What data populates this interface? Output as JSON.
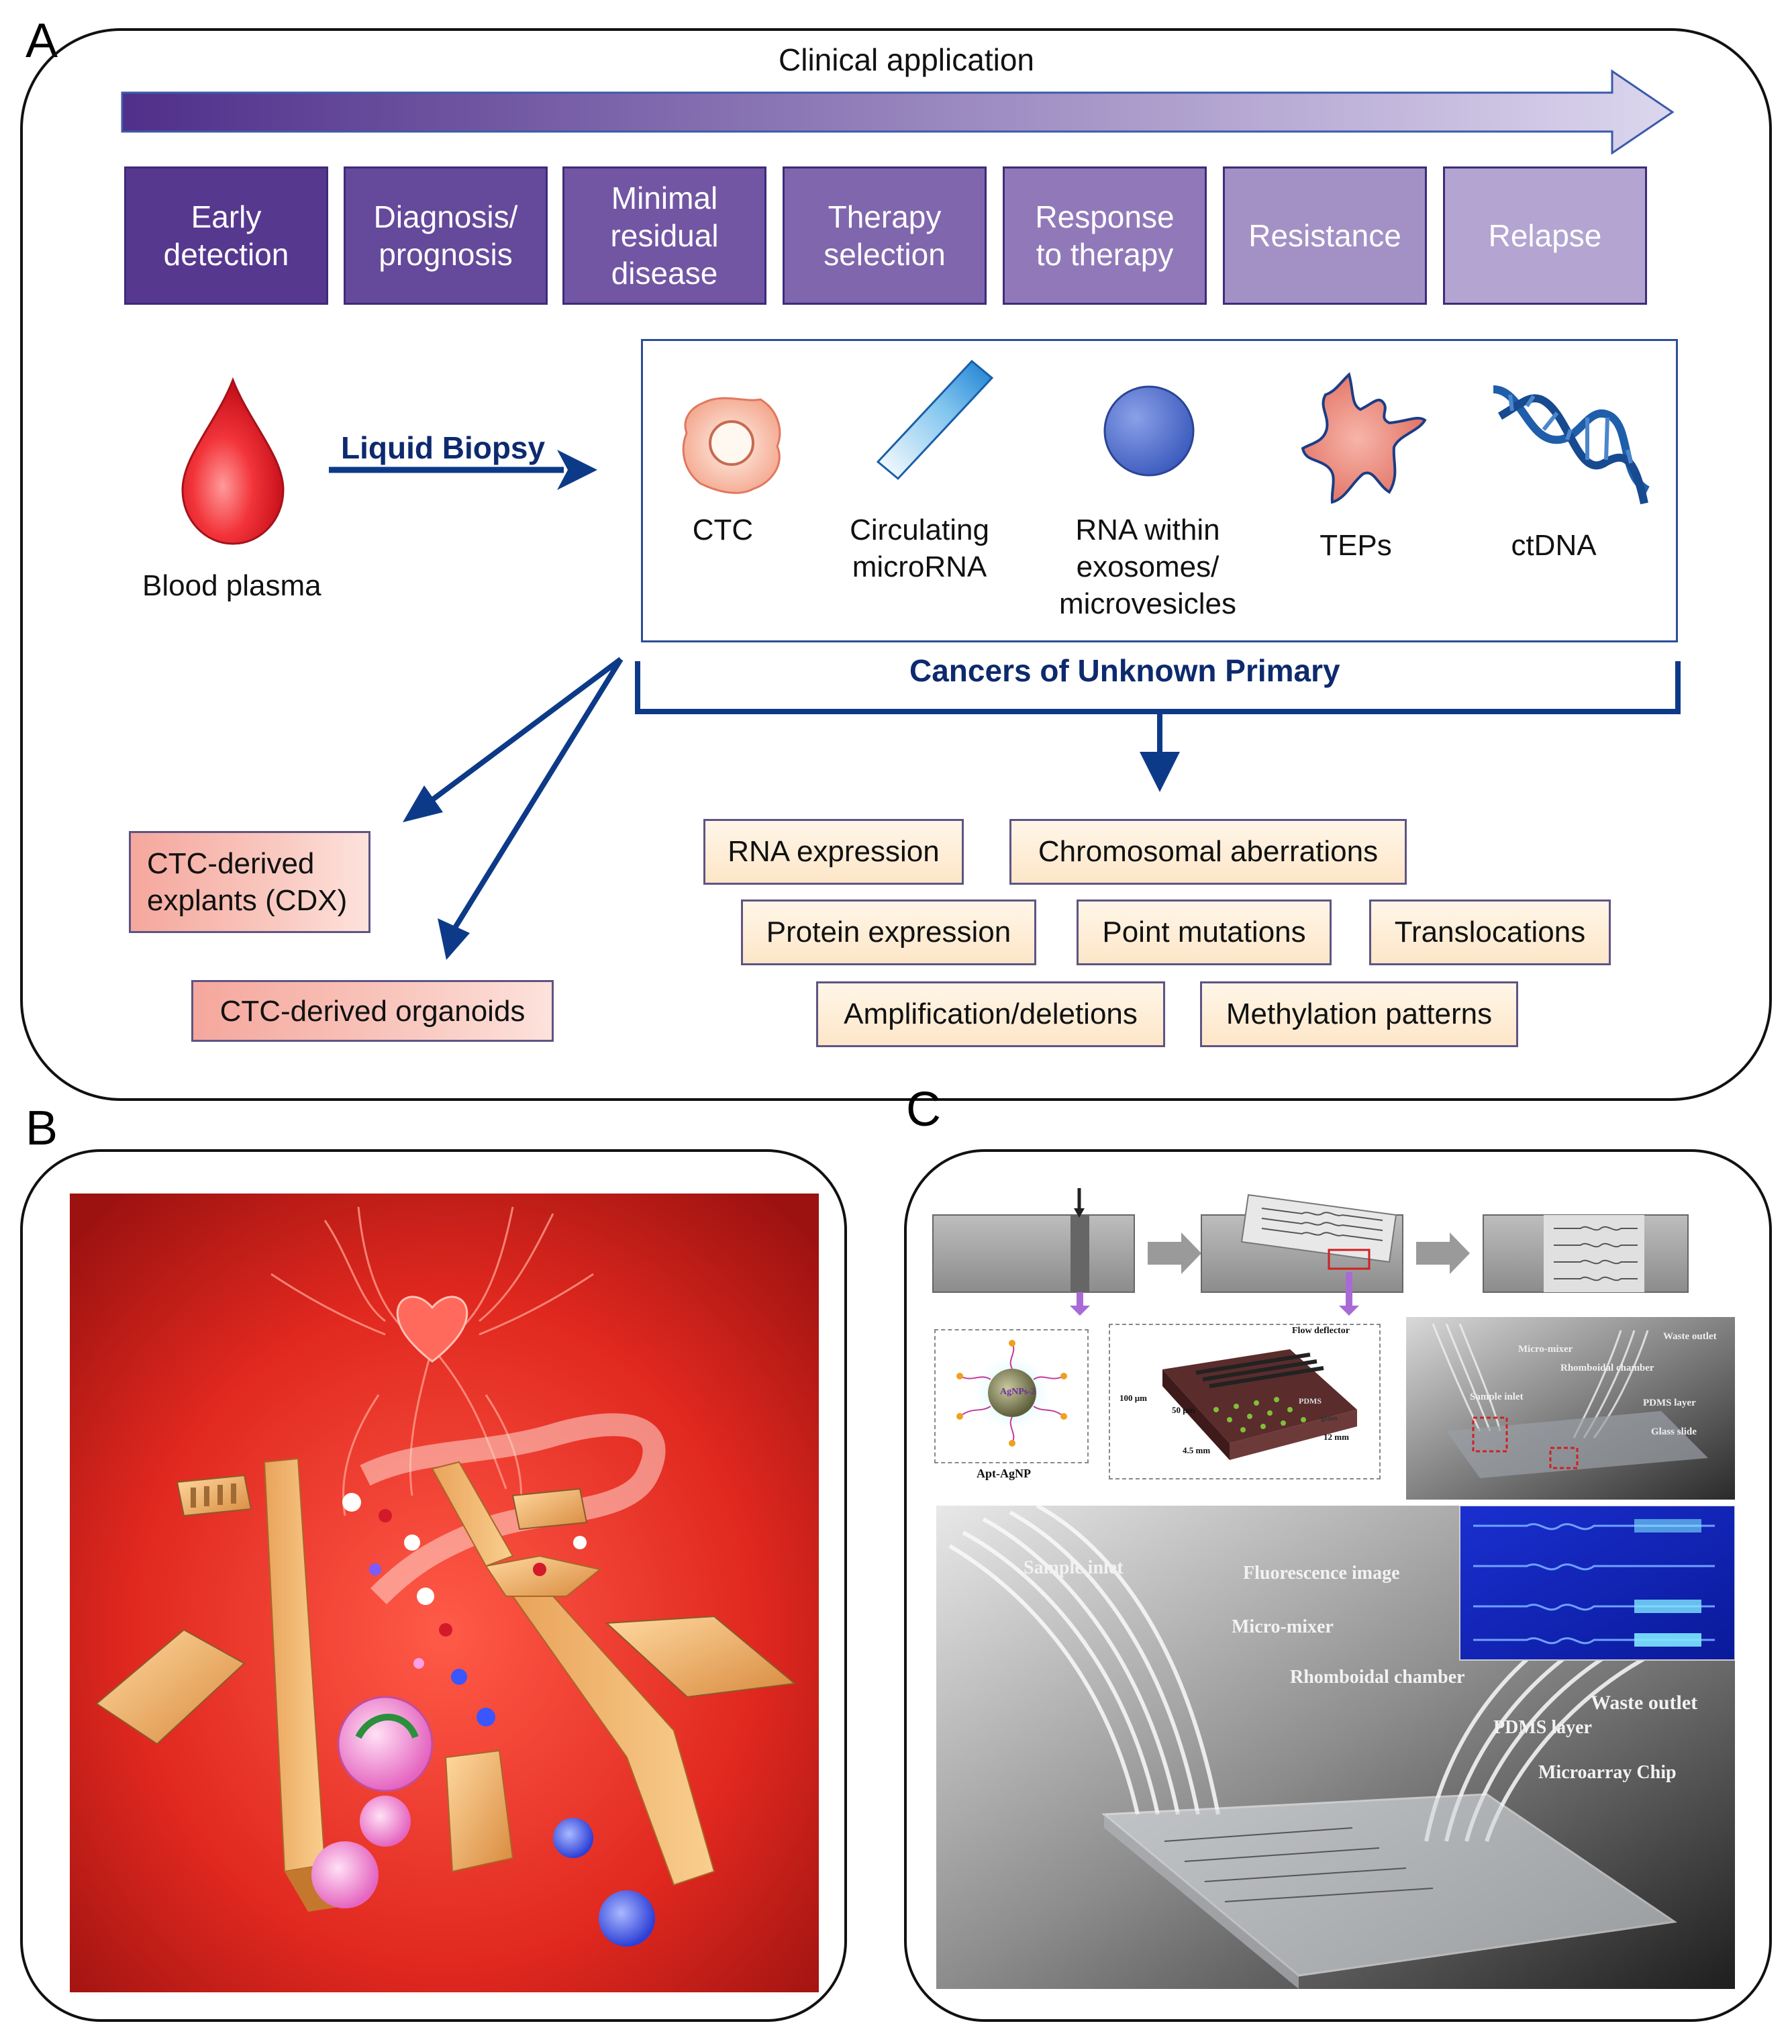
{
  "panels": {
    "a": "A",
    "b": "B",
    "c": "C"
  },
  "panel_a": {
    "arrow_title": "Clinical application",
    "stages": [
      {
        "label": "Early\ndetection",
        "color": "#57388f"
      },
      {
        "label": "Diagnosis/\nprognosis",
        "color": "#65499a"
      },
      {
        "label": "Minimal\nresidual\ndisease",
        "color": "#7256a3"
      },
      {
        "label": "Therapy\nselection",
        "color": "#8066ad"
      },
      {
        "label": "Response\nto therapy",
        "color": "#9179b9"
      },
      {
        "label": "Resistance",
        "color": "#a391c6"
      },
      {
        "label": "Relapse",
        "color": "#b3a4d1"
      }
    ],
    "blood_label": "Blood plasma",
    "liquid_biopsy": "Liquid Biopsy",
    "markers": [
      "CTC",
      "Circulating\nmicroRNA",
      "RNA within\nexosomes/\nmicrovesicles",
      "TEPs",
      "ctDNA"
    ],
    "cup_label": "Cancers of Unknown Primary",
    "analyses": [
      "RNA expression",
      "Chromosomal aberrations",
      "Protein expression",
      "Point mutations",
      "Translocations",
      "Amplification/deletions",
      "Methylation patterns"
    ],
    "ctc_models": [
      "CTC-derived\nexplants (CDX)",
      "CTC-derived organoids"
    ]
  },
  "panel_c": {
    "apt_label": "Apt-AgNP",
    "agnp_label": "AgNPs-2",
    "flow_deflector": "Flow deflector",
    "dim_100": "100 μm",
    "dim_50": "50 μm",
    "dim_45": "4.5 mm",
    "dim_12": "12 mm",
    "pdms_small": "PDMS",
    "glass_small": "glass",
    "small_photo_labels": [
      "Micro-mixer",
      "Waste outlet",
      "Rhomboidal chamber",
      "Sample inlet",
      "PDMS layer",
      "Glass slide"
    ],
    "large_photo_labels": {
      "sample_inlet": "Sample inlet",
      "fluorescence": "Fluorescence image",
      "micro_mixer": "Micro-mixer",
      "rhomboidal": "Rhomboidal chamber",
      "waste": "Waste outlet",
      "pdms": "PDMS layer",
      "chip": "Microarray Chip"
    }
  }
}
